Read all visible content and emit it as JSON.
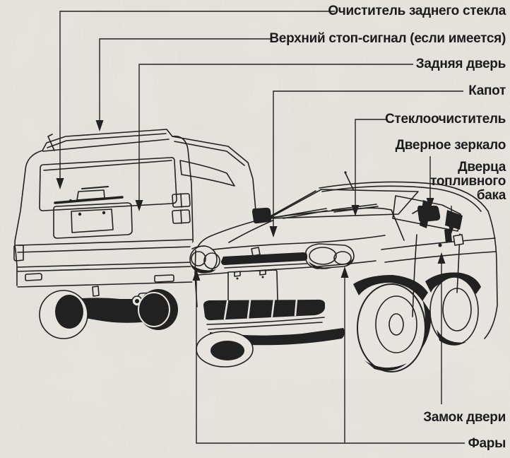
{
  "diagram": {
    "colors": {
      "paper": "#e9e6e1",
      "ink": "#1c1c1c"
    },
    "labels": {
      "rear_window_wiper": "Очиститель заднего стекла",
      "high_mount_stop_lamp": "Верхний стоп-сигнал (если имеется)",
      "tailgate": "Задняя дверь",
      "hood": "Капот",
      "windshield_wiper": "Стеклоочиститель",
      "door_mirror": "Дверное зеркало",
      "fuel_filler_door_lines": [
        "Дверца",
        "топливного",
        "бака"
      ],
      "door_lock": "Замок двери",
      "headlights": "Фары"
    },
    "illustrations": [
      "rear-view-station-wagon-icon",
      "front-view-compact-car-icon"
    ]
  }
}
